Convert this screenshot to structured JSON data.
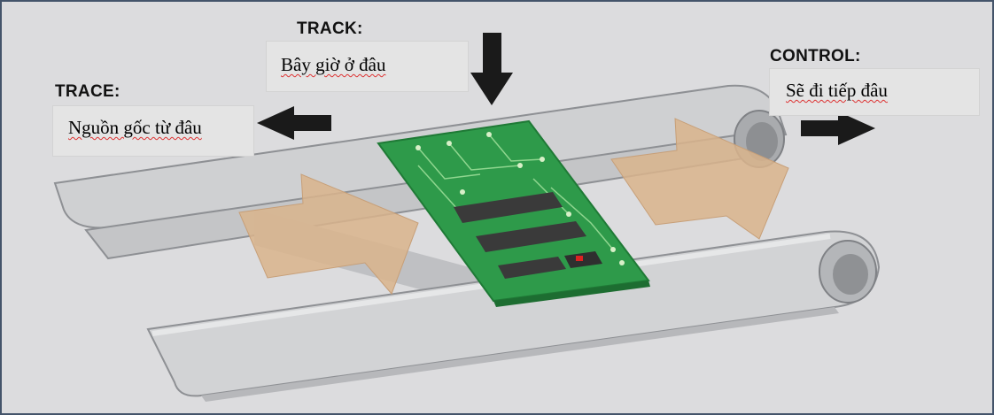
{
  "track": {
    "heading": "TRACK:",
    "text": "Bây giờ ở đâu"
  },
  "trace": {
    "heading": "TRACE:",
    "text": "Nguồn gốc từ đâu"
  },
  "control": {
    "heading": "CONTROL:",
    "text": "Sẽ đi tiếp đâu"
  },
  "colors": {
    "belt": "#c9cacc",
    "belt_edge": "#8e9094",
    "pcb": "#2e9a4a",
    "chip": "#3a3a3a",
    "big_arrow": "#d9b48c",
    "small_arrow": "#1a1a1a",
    "background": "#dcdcde"
  }
}
